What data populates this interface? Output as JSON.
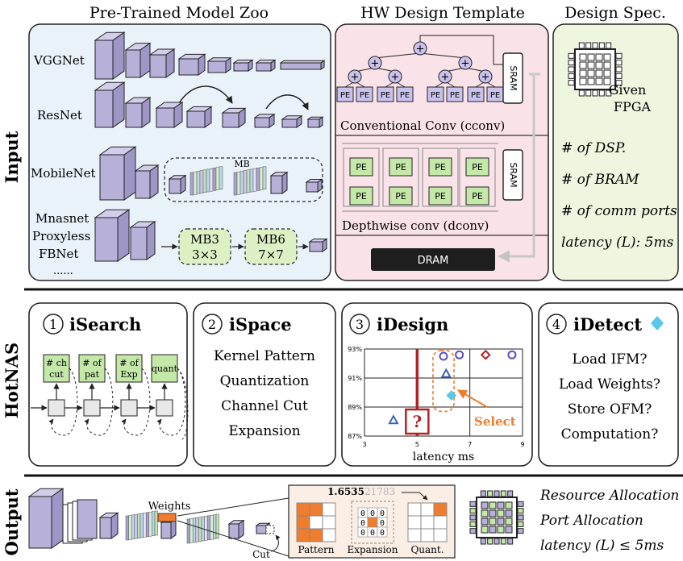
{
  "headers": {
    "model_zoo": "Pre-Trained Model Zoo",
    "hw_template": "HW Design Template",
    "design_spec": "Design Spec."
  },
  "row_labels": {
    "input": "Input",
    "hotnas": "HotNAS",
    "output": "Output"
  },
  "model_zoo": {
    "vggnet": "VGGNet",
    "resnet": "ResNet",
    "mobilenet": "MobileNet",
    "mb_label": "MB",
    "nas_line1": "Mnasnet",
    "nas_line2": "Proxyless",
    "nas_line3": "FBNet",
    "nas_dots": "......",
    "mb3_line1": "MB3",
    "mb3_line2": "3×3",
    "mb6_line1": "MB6",
    "mb6_line2": "7×7"
  },
  "hw_template": {
    "pe": "PE",
    "plus": "+",
    "sram": "SRAM",
    "cconv_caption": "Conventional Conv (cconv)",
    "dconv_caption": "Depthwise conv (dconv)",
    "dram": "DRAM"
  },
  "design_spec": {
    "given_line1": "Given",
    "given_line2": "FPGA",
    "dsp": "# of DSP.",
    "bram": "# of BRAM",
    "ports": "# of comm ports",
    "latency": "latency (L): 5ms"
  },
  "isearch": {
    "number": "1",
    "title": "iSearch",
    "boxes": [
      {
        "line1": "# ch",
        "line2": "cut"
      },
      {
        "line1": "# of",
        "line2": "pat"
      },
      {
        "line1": "# of",
        "line2": "Exp"
      },
      {
        "line1": "quant",
        "line2": ""
      }
    ]
  },
  "ispace": {
    "number": "2",
    "title": "iSpace",
    "items": [
      "Kernel Pattern",
      "Quantization",
      "Channel Cut",
      "Expansion"
    ]
  },
  "idesign": {
    "number": "3",
    "title": "iDesign",
    "question": "?",
    "select": "Select"
  },
  "idetect": {
    "number": "4",
    "title": "iDetect",
    "items": [
      "Load IFM?",
      "Load Weights?",
      "Store OFM?",
      "Computation?"
    ]
  },
  "chart_data": {
    "type": "scatter",
    "xlabel": "latency ms",
    "ylabel": "",
    "xlim": [
      3,
      9
    ],
    "ylim": [
      87,
      93
    ],
    "x_ticks": [
      "3",
      "5",
      "7",
      "9"
    ],
    "y_ticks": [
      "93%",
      "91%",
      "89%",
      "87%"
    ],
    "threshold_x": 5,
    "colors": {
      "circle": "#5a4fc4",
      "triangle": "#3f63b8",
      "diamond_red": "#b22222",
      "diamond_blue": "#58c8ea",
      "threshold": "#b22222",
      "select": "#ee7d2e"
    },
    "series": [
      {
        "marker": "triangle",
        "color": "#3f63b8",
        "points": [
          [
            4.1,
            88.1
          ],
          [
            6.1,
            91.3
          ]
        ]
      },
      {
        "marker": "circle",
        "color": "#5a4fc4",
        "points": [
          [
            6.0,
            92.5
          ],
          [
            6.6,
            92.6
          ],
          [
            8.6,
            92.6
          ]
        ]
      },
      {
        "marker": "diamond",
        "color": "#b22222",
        "points": [
          [
            7.6,
            92.6
          ]
        ]
      },
      {
        "marker": "diamond",
        "color": "#58c8ea",
        "points": [
          [
            6.3,
            89.8
          ]
        ]
      }
    ]
  },
  "output": {
    "weights": "Weights",
    "cut": "Cut",
    "value_bold": "1.6535",
    "value_faded": "21783",
    "pattern": "Pattern",
    "expansion": "Expansion",
    "quant": "Quant.",
    "exp_zero": "0",
    "result_line1": "Resource Allocation",
    "result_line2": "Port Allocation",
    "result_line3": "latency (L) ≤ 5ms"
  }
}
